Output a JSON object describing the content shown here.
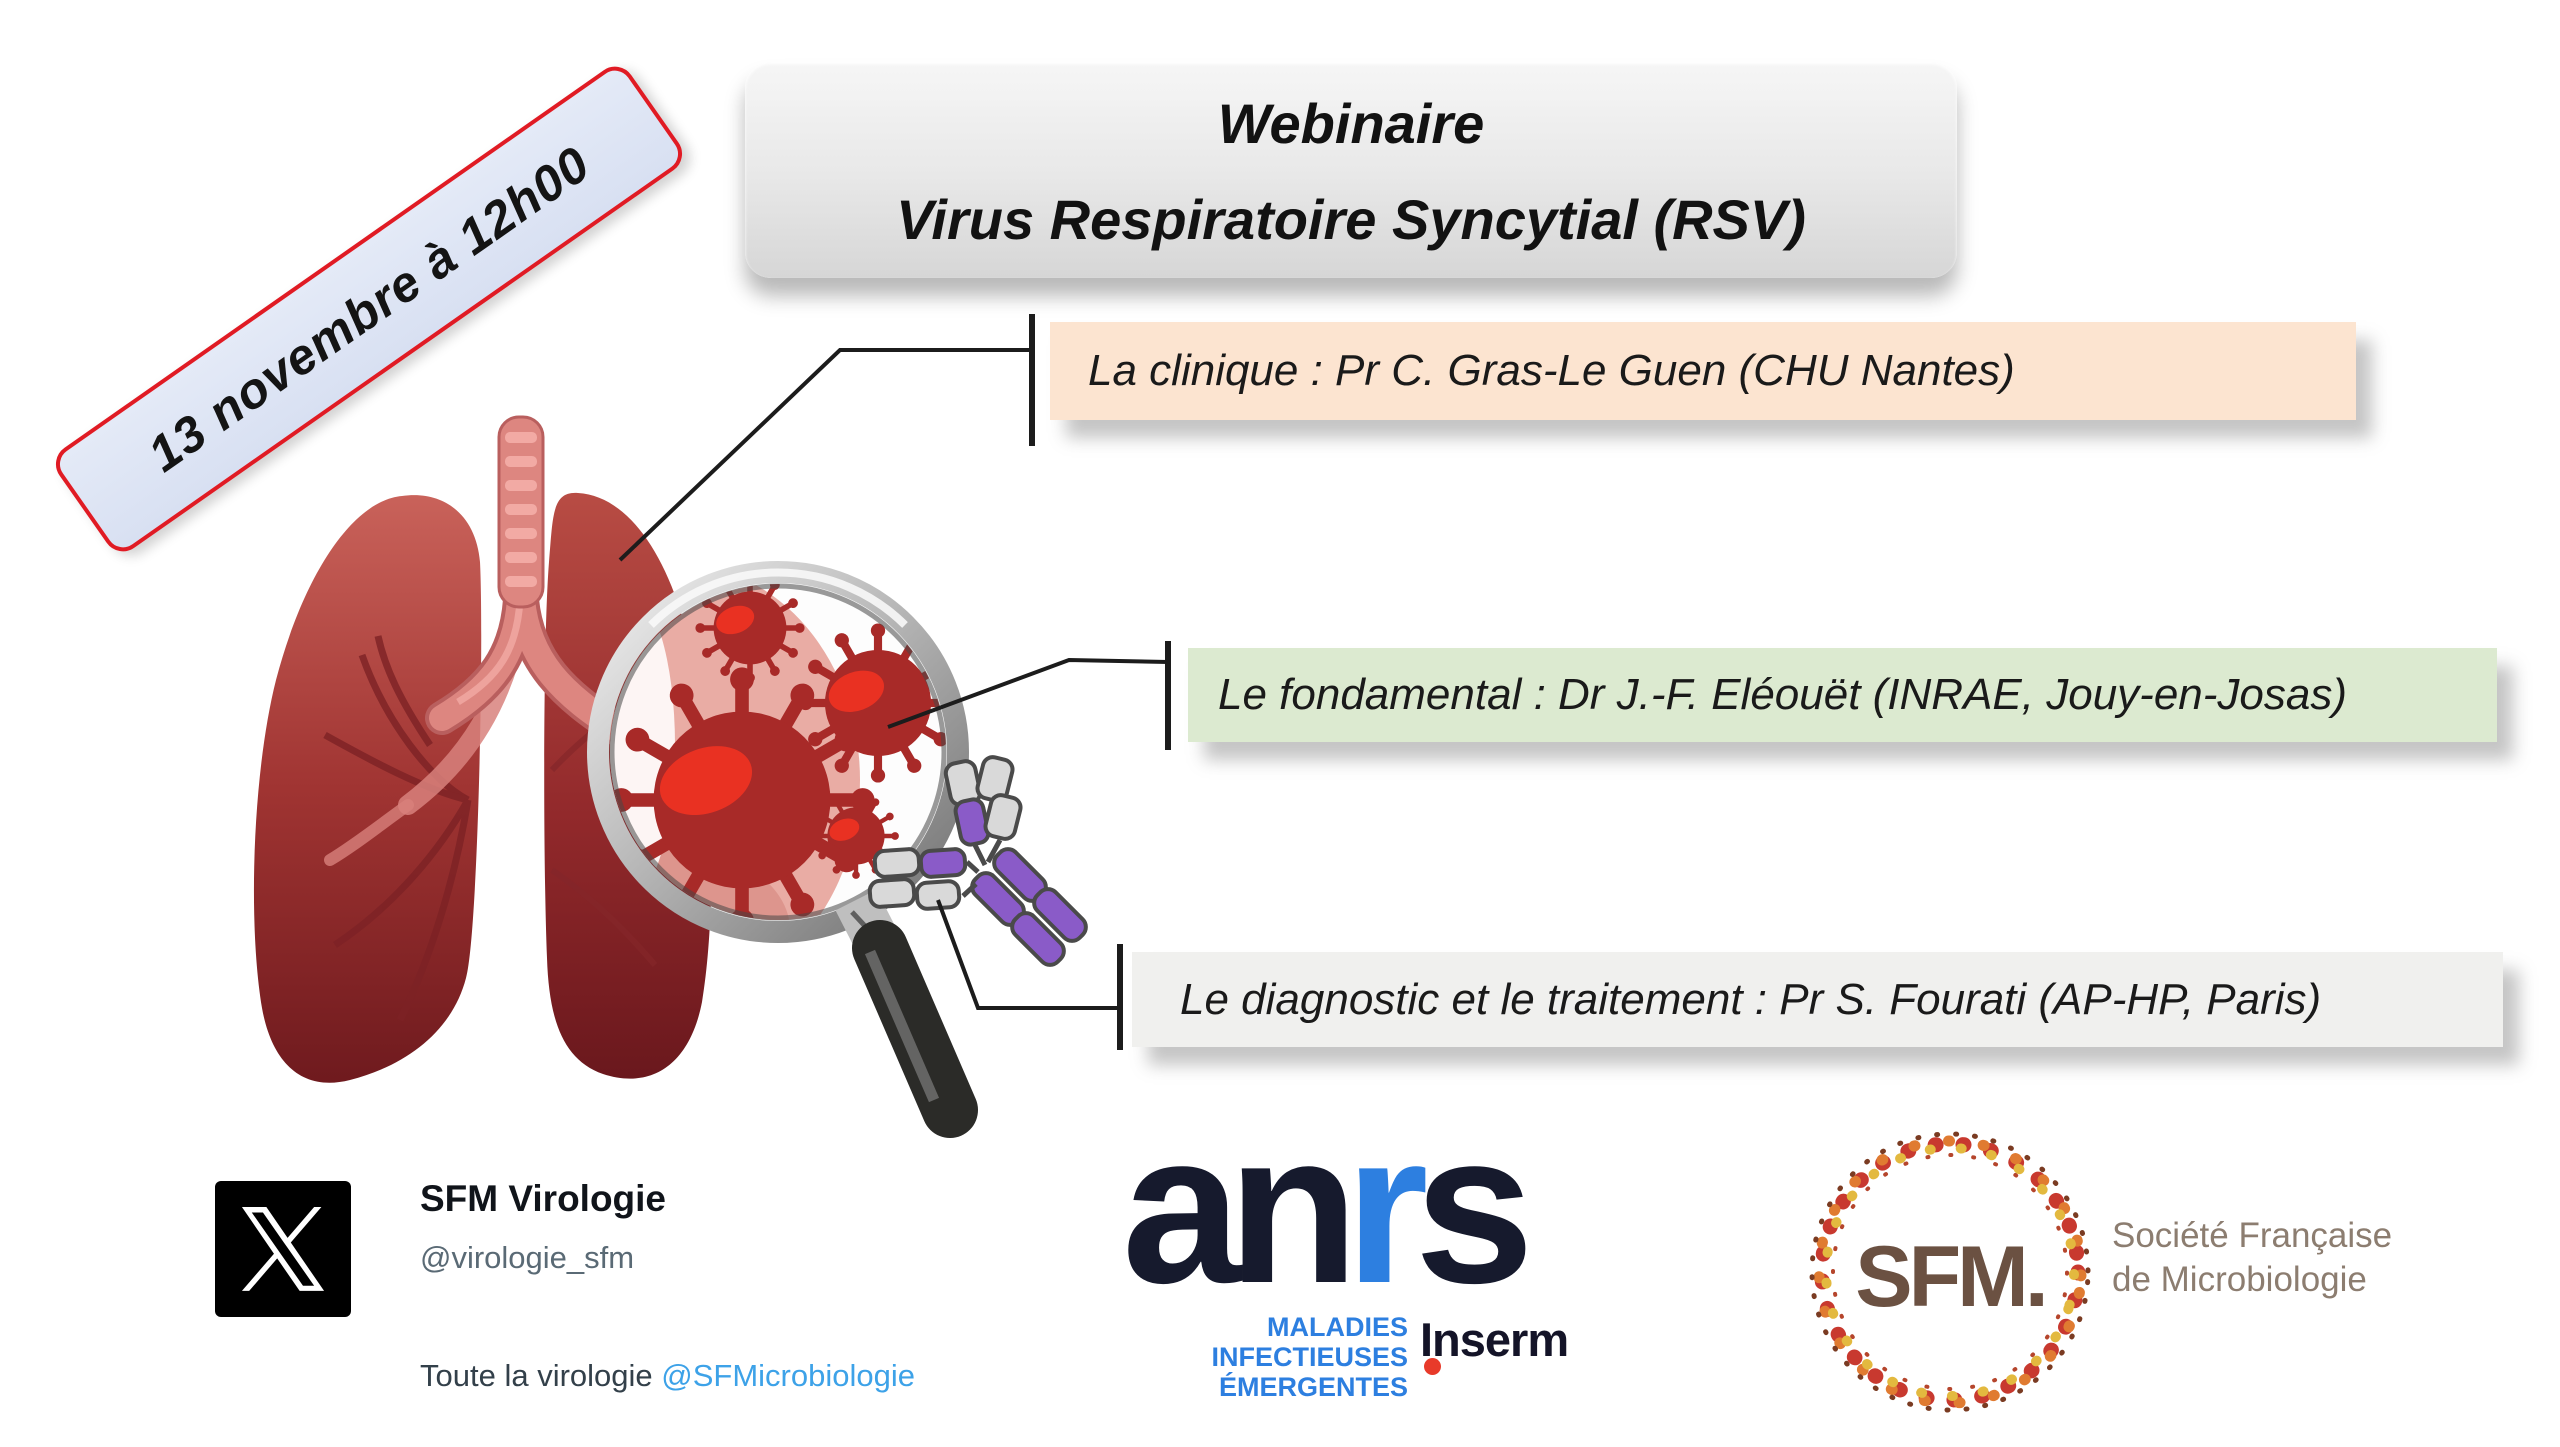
{
  "poster": {
    "date_badge": "13 novembre à 12h00",
    "title": {
      "line1": "Webinaire",
      "line2": "Virus Respiratoire Syncytial (RSV)"
    }
  },
  "sessions": [
    {
      "label": "La clinique : Pr C. Gras-Le Guen (CHU Nantes)",
      "color": "#fce4d0"
    },
    {
      "label": "Le fondamental : Dr J.-F. Eléouët (INRAE, Jouy-en-Josas)",
      "color": "#dcead0"
    },
    {
      "label": "Le diagnostic et le traitement : Pr S. Fourati (AP-HP, Paris)",
      "color": "#f0f0ee"
    }
  ],
  "social_card": {
    "name": "SFM Virologie",
    "handle": "@virologie_sfm",
    "bio_text": "Toute la virologie ",
    "bio_link": "@SFMicrobiologie",
    "link_color": "#3da2e8",
    "icon": "x-social-logo"
  },
  "partners": {
    "anrs": {
      "word_part1": "an",
      "word_part2": "r",
      "word_part3": "s",
      "sub_line1": "MALADIES INFECTIEUSES",
      "sub_line2": "ÉMERGENTES",
      "inserm": "Inserm",
      "blue": "#2d7fe0",
      "dark": "#161a2d",
      "dot_red": "#e83a2a"
    },
    "sfm": {
      "acronym": "SFM.",
      "line1": "Société Française",
      "line2": "de Microbiologie"
    }
  },
  "colors": {
    "badge_border_red": "#e01b24",
    "badge_bg_blue": "#dde4f4",
    "title_box_gray": "#e9e9e9"
  },
  "icons": {
    "illustration": "lungs-magnifier-virus-antibodies",
    "x_logo": "x-social-logo"
  }
}
